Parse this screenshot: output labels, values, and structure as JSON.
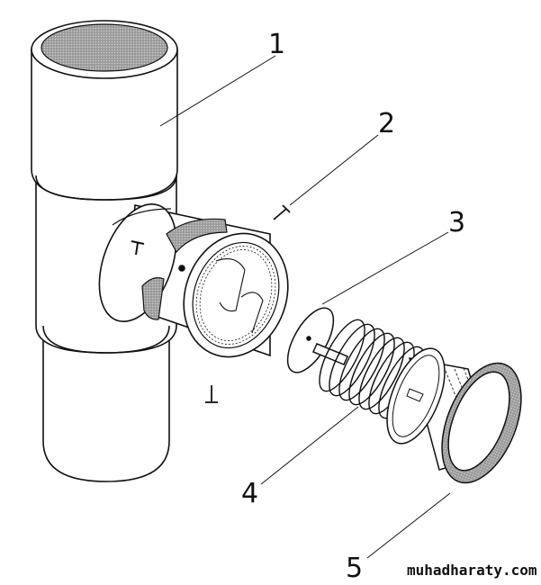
{
  "callouts": {
    "c1": "1",
    "c2": "2",
    "c3": "3",
    "c4": "4",
    "c5": "5"
  },
  "watermark": "muhadharaty.com",
  "parts": [
    {
      "id": 1,
      "name": "tee-pipe-fitting"
    },
    {
      "id": 2,
      "name": "retaining-pin"
    },
    {
      "id": 3,
      "name": "valve-disc"
    },
    {
      "id": 4,
      "name": "spring"
    },
    {
      "id": 5,
      "name": "threaded-valve-seat-plug"
    }
  ],
  "colors": {
    "ink": "#111111",
    "shade": "#b8b8b8",
    "paper": "#ffffff"
  }
}
